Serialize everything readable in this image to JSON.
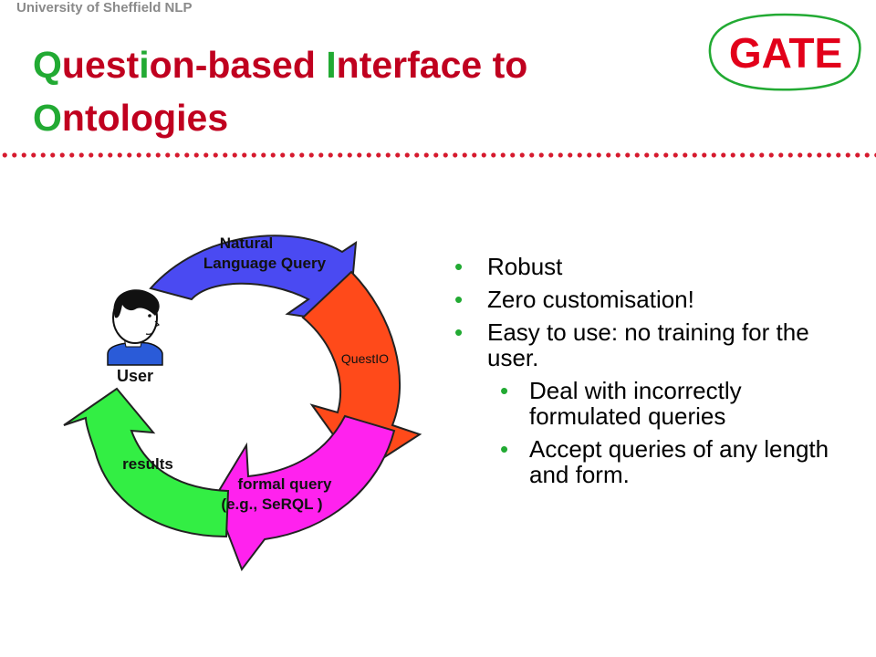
{
  "header": {
    "org": "University of Sheffield NLP"
  },
  "title": {
    "q": "Q",
    "p1": "uest",
    "i": "i",
    "p2": "on-based ",
    "i2": "I",
    "p3": "nterface to ",
    "o": "O",
    "p4": "ntologies"
  },
  "logo": {
    "text": "GATE",
    "color": "#e2001a",
    "border_color": "#22aa33"
  },
  "diagram": {
    "nl_line1": "Natural",
    "nl_line2": "Language Query",
    "questio": "QuestIO",
    "formal_line1": "formal query",
    "formal_line2": "(e.g., SeRQL )",
    "results": "results",
    "user": "User",
    "colors": {
      "nl": "#4a4af2",
      "questio": "#ff4a1a",
      "formal": "#ff22ee",
      "results": "#33ee44"
    }
  },
  "bullets": {
    "b1": "Robust",
    "b2": "Zero customisation!",
    "b3": "Easy to use: no training for the user.",
    "s1": "Deal with incorrectly formulated queries",
    "s2": "Accept queries of any length and form."
  },
  "colors": {
    "title_red": "#c0001f",
    "title_green": "#22aa33",
    "bullet": "#22aa33",
    "dots": "#d61a2e"
  }
}
